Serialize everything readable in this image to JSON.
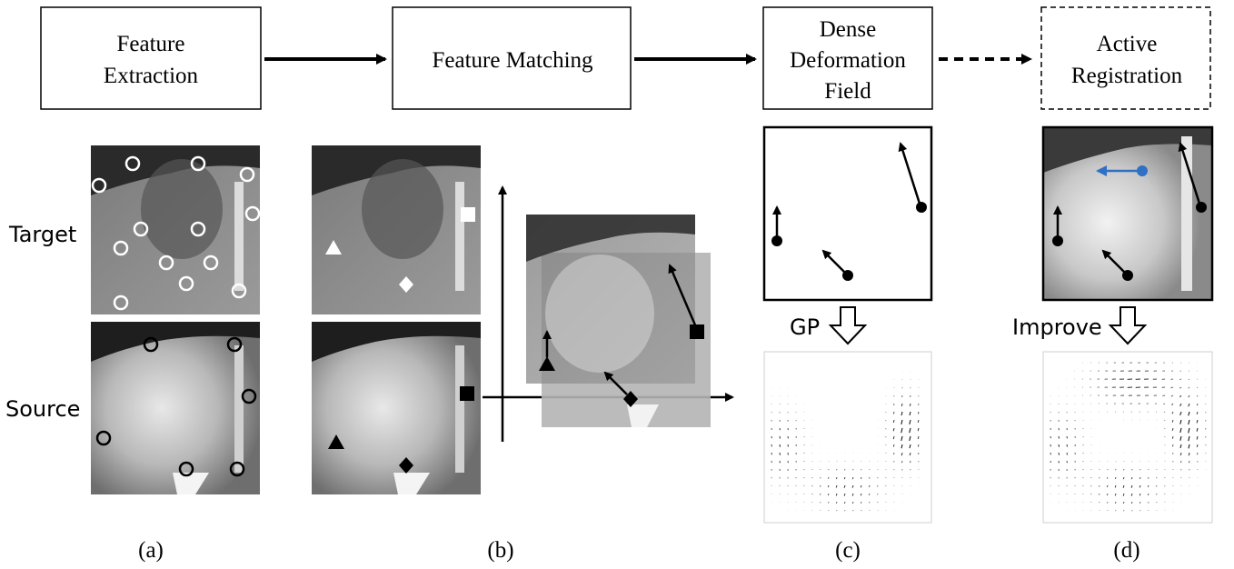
{
  "pipeline": {
    "box1": {
      "line1": "Feature",
      "line2": "Extraction"
    },
    "box2": {
      "line1": "Feature Matching"
    },
    "box3": {
      "line1": "Dense",
      "line2": "Deformation",
      "line3": "Field"
    },
    "box4": {
      "line1": "Active",
      "line2": "Registration"
    }
  },
  "rows": {
    "target_label": "Target",
    "source_label": "Source"
  },
  "flow": {
    "gp_label": "GP",
    "improve_label": "Improve"
  },
  "panels": {
    "a": "(a)",
    "b": "(b)",
    "c": "(c)",
    "d": "(d)"
  },
  "colors": {
    "ink": "#000000",
    "active_arrow": "#2f6fc4",
    "white_marker": "#ffffff"
  }
}
